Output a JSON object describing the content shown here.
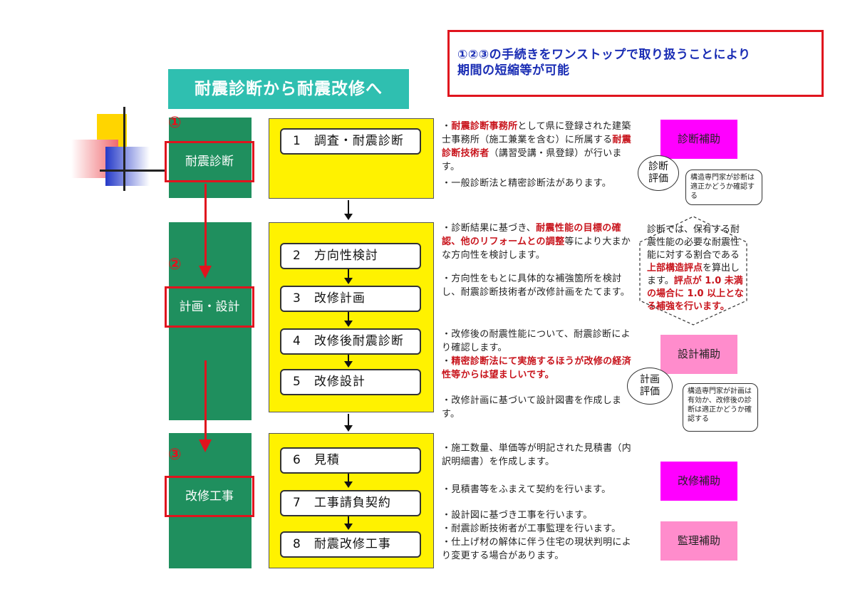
{
  "notice": {
    "text": "①②③の手続きをワンストップで取り扱うことにより\n期間の短縮等が可能"
  },
  "title": "耐震診断から耐震改修へ",
  "phases": [
    {
      "num": "①",
      "label": "耐震診断"
    },
    {
      "num": "②",
      "label": "計画・設計"
    },
    {
      "num": "③",
      "label": "改修工事"
    }
  ],
  "steps": [
    "1　調査・耐震診断",
    "2　方向性検討",
    "3　改修計画",
    "4　改修後耐震診断",
    "5　改修設計",
    "6　見積",
    "7　工事請負契約",
    "8　耐震改修工事"
  ],
  "desc": {
    "d1": {
      "a_bullet": "・",
      "a_red1": "耐震診断事務所",
      "a_text1": "として県に登録された建築士事務所（施工兼業を含む）に所属する",
      "a_red2": "耐震診断技術者",
      "a_text2": "（講習受講・県登録）が行います。",
      "b": "・一般診断法と精密診断法があります。"
    },
    "d2": {
      "bullet": "・",
      "text1": "診断結果に基づき、",
      "red1": "耐震性能の目標の確認、他のリフォームとの調整",
      "text2": "等により大まかな方向性を検討します。"
    },
    "d3": "・方向性をもとに具体的な補強箇所を検討し、耐震診断技術者が改修計画をたてます。",
    "d4": {
      "a": "・改修後の耐震性能について、耐震診断により確認します。",
      "bullet": "・",
      "red": "精密診断法にて実施するほうが改修の経済性等からは望ましいです。"
    },
    "d5": "・改修計画に基づいて設計図書を作成します。",
    "d6": "・施工数量、単価等が明記された見積書（内訳明細書）を作成します。",
    "d7": "・見積書等をふまえて契約を行います。",
    "d8a": "・設計図に基づき工事を行います。",
    "d8b": "・耐震診断技術者が工事監理を行います。",
    "d8c": "・仕上げ材の解体に伴う住宅の現状判明により変更する場合があります。"
  },
  "badges": {
    "diag": "診断補助",
    "design": "設計補助",
    "repair": "改修補助",
    "supervise": "監理補助"
  },
  "eval": {
    "diag_circle": "診断\n評価",
    "diag_callout": "構造専門家が診断は適正かどうか確認する",
    "plan_circle": "計画\n評価",
    "plan_callout": "構造専門家が計画は有効か、改修後の診断は適正かどうか確認する"
  },
  "hexagon": {
    "text": "診断では、保有する耐震性能の必要な耐震性能に対する割合である",
    "red1": "上部構造評点",
    "text2": "を算出します。",
    "red2": "評点が 1.0 未満の場合に 1.0 以上となる補強を行います。"
  },
  "colors": {
    "green": "#1f8f5e",
    "teal": "#2fbfb0",
    "yellow": "#fff200",
    "red": "#e0141e",
    "blue_text": "#1a2db4",
    "magenta": "#ff00ff",
    "pink": "#ff8ccc"
  }
}
